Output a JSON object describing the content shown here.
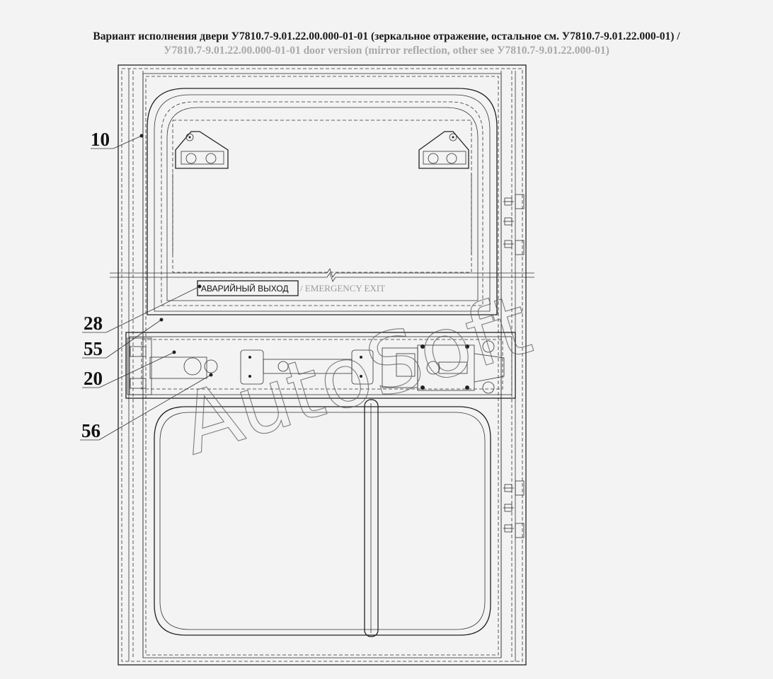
{
  "title": {
    "ru": "Вариант исполнения двери У7810.7-9.01.22.00.000-01-01 (зеркальное отражение, остальное см. У7810.7-9.01.22.000-01) /",
    "en": "У7810.7-9.01.22.00.000-01-01 door version (mirror reflection, other see У7810.7-9.01.22.000-01)"
  },
  "sign": {
    "ru": "АВАРИЙНЫЙ ВЫХОД",
    "en": "/ EMERGENCY EXIT"
  },
  "callouts": {
    "c10": "10",
    "c28": "28",
    "c55": "55",
    "c20": "20",
    "c56": "56"
  },
  "watermark": "AutoSoft"
}
